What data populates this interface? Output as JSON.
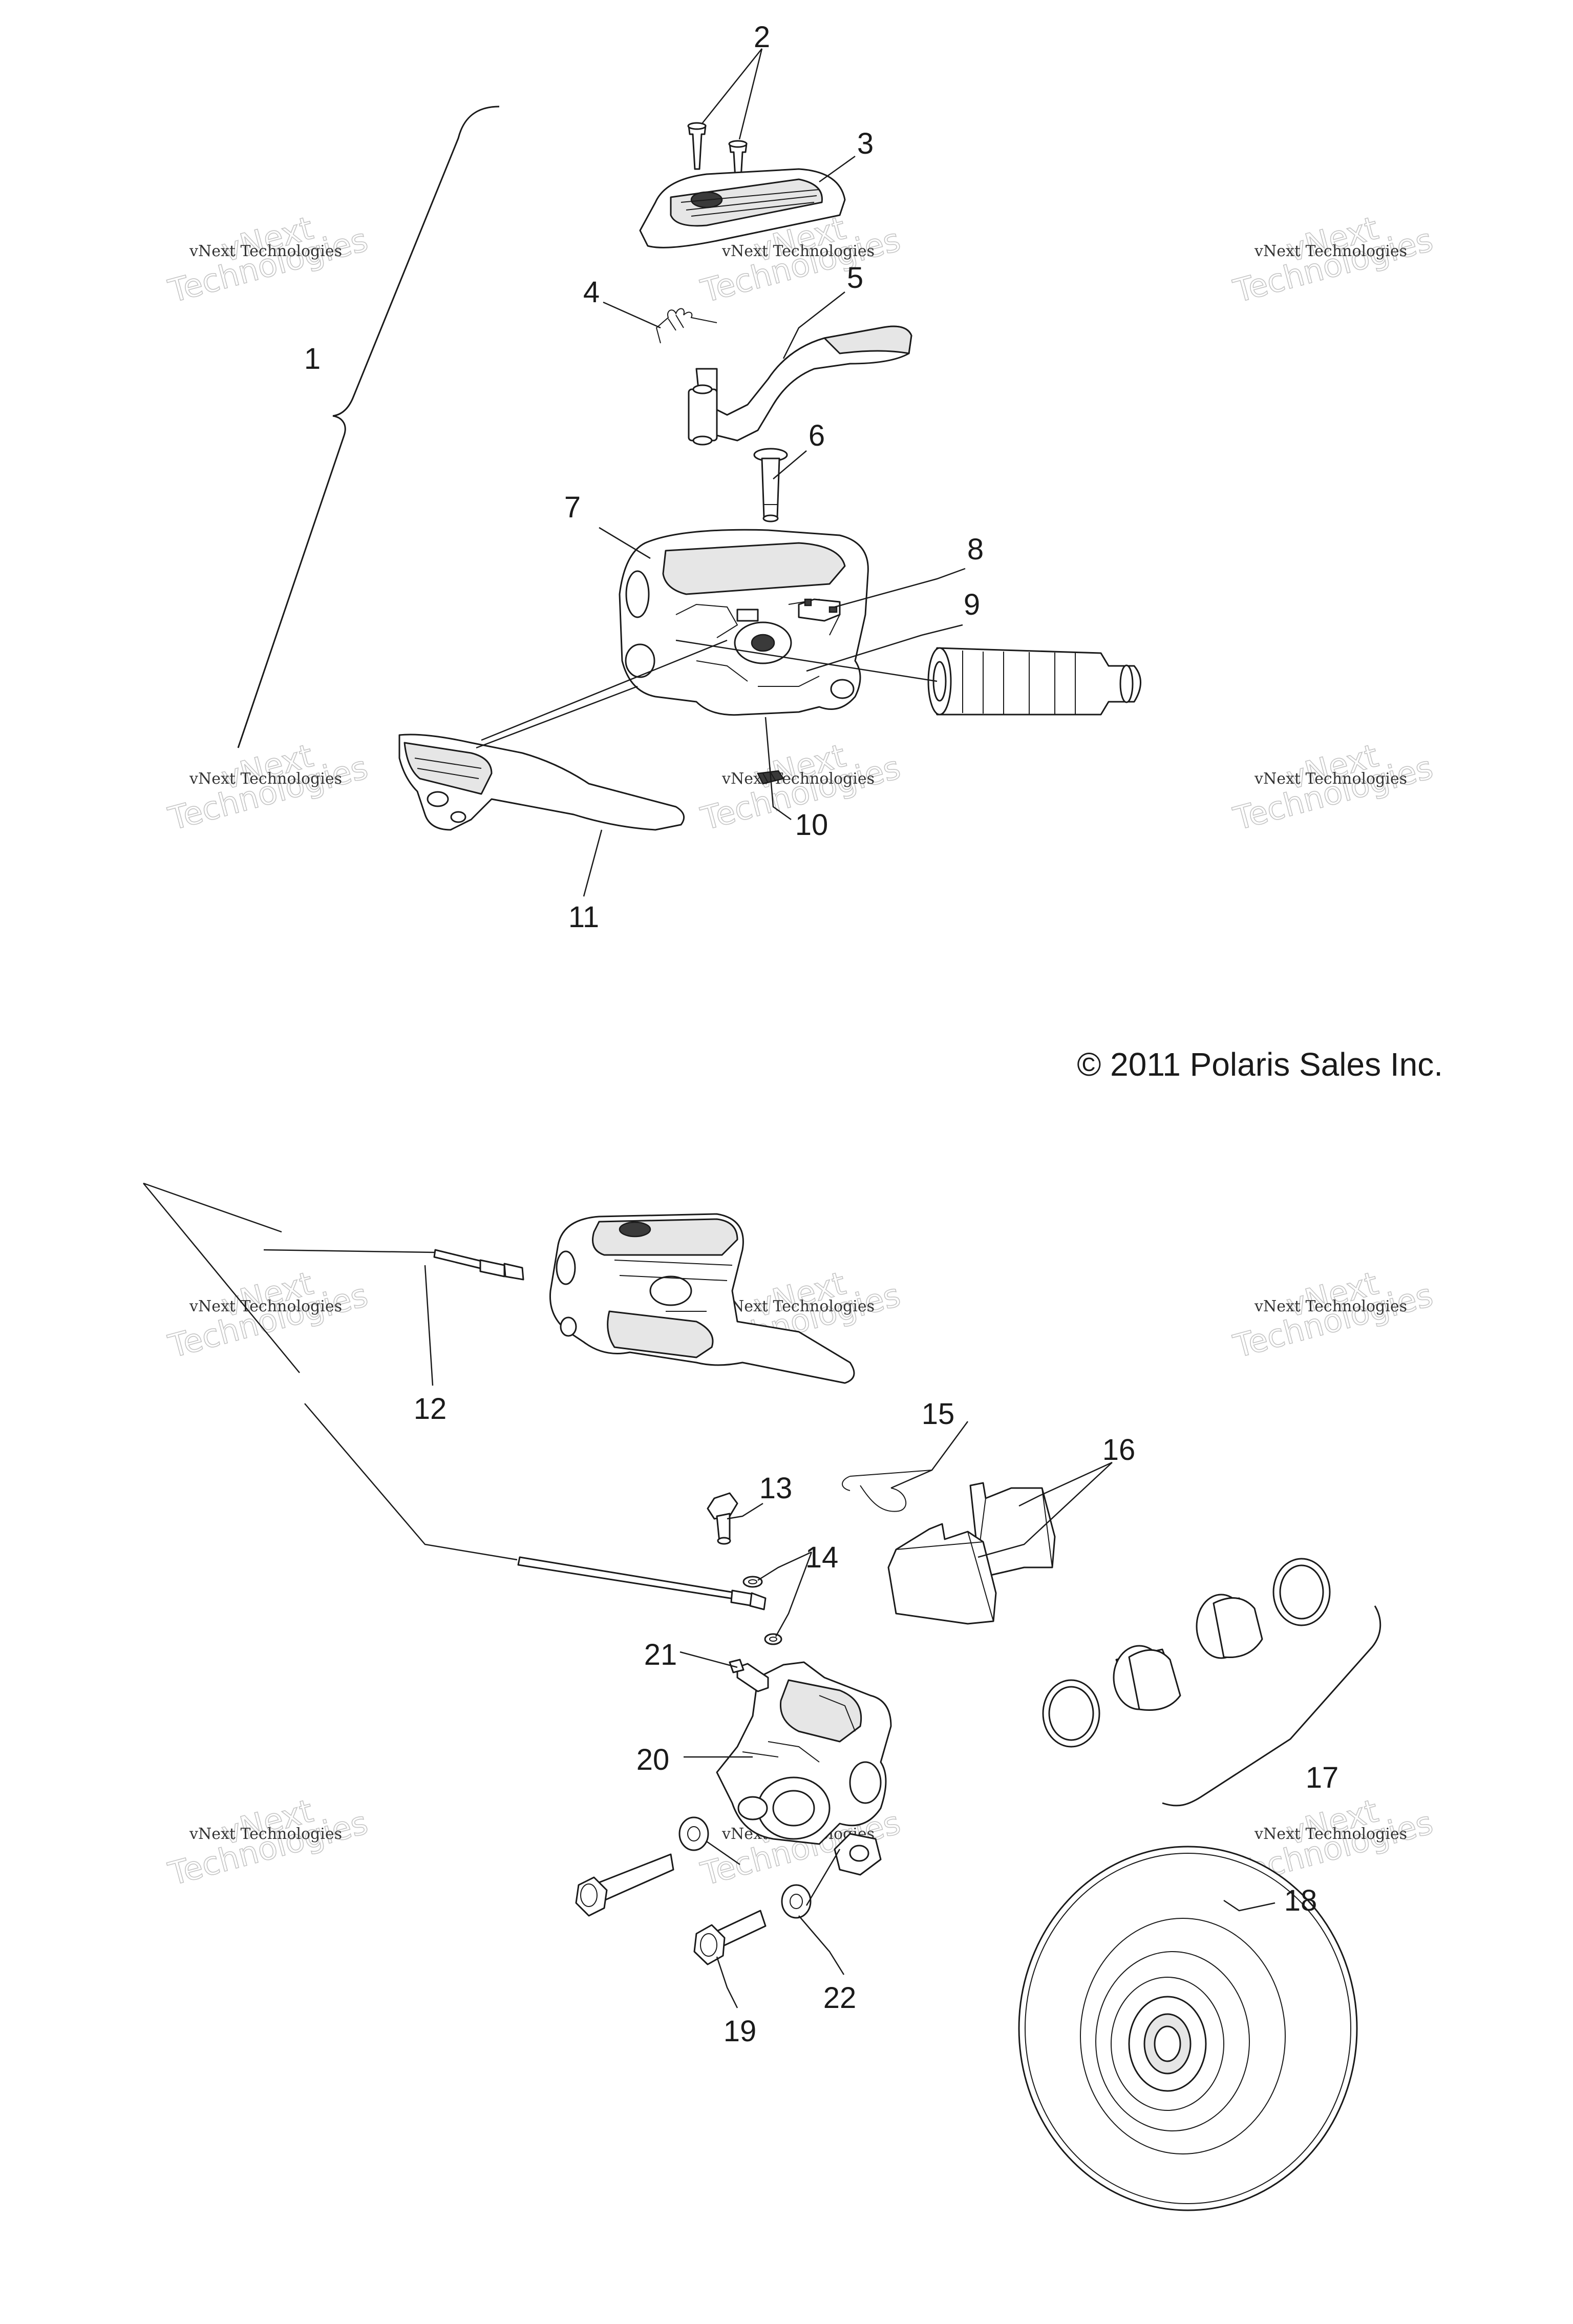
{
  "copyright": "© 2011 Polaris Sales Inc.",
  "watermark": {
    "line1": "vNext Technologies",
    "line2": "Technologies",
    "overlay": "vNext"
  },
  "callouts": [
    {
      "id": "1",
      "label": "1"
    },
    {
      "id": "2",
      "label": "2"
    },
    {
      "id": "3",
      "label": "3"
    },
    {
      "id": "4",
      "label": "4"
    },
    {
      "id": "5",
      "label": "5"
    },
    {
      "id": "6",
      "label": "6"
    },
    {
      "id": "7",
      "label": "7"
    },
    {
      "id": "8",
      "label": "8"
    },
    {
      "id": "9",
      "label": "9"
    },
    {
      "id": "10",
      "label": "10"
    },
    {
      "id": "11",
      "label": "11"
    },
    {
      "id": "12",
      "label": "12"
    },
    {
      "id": "13",
      "label": "13"
    },
    {
      "id": "14",
      "label": "14"
    },
    {
      "id": "15",
      "label": "15"
    },
    {
      "id": "16",
      "label": "16"
    },
    {
      "id": "17",
      "label": "17"
    },
    {
      "id": "18",
      "label": "18"
    },
    {
      "id": "19",
      "label": "19"
    },
    {
      "id": "20",
      "label": "20"
    },
    {
      "id": "21",
      "label": "21"
    },
    {
      "id": "22",
      "label": "22"
    }
  ]
}
